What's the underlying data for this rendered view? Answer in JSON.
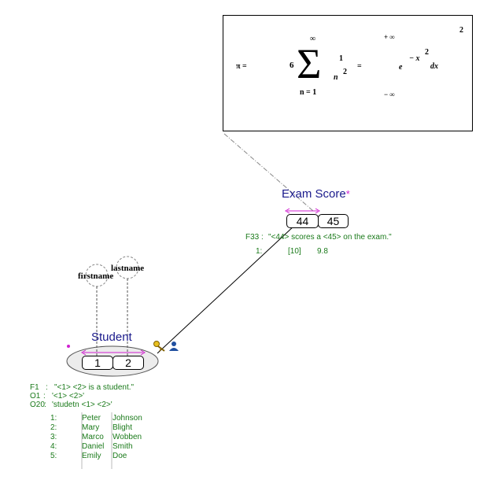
{
  "formula": {
    "pi_eq": "π =",
    "six": "6",
    "sum_top": "∞",
    "sum_bottom": "n  = 1",
    "frac_num": "1",
    "frac_den_n": "n",
    "frac_den_exp": "2",
    "equals": "=",
    "int_top": "+ ∞",
    "int_bottom": "− ∞",
    "integrand_e": "e",
    "neg_x": "− x",
    "x_exp": "2",
    "dx": "dx",
    "outer_exp": "2"
  },
  "exam_score": {
    "name": "Exam Score",
    "star": "*",
    "roles": [
      "44",
      "45"
    ],
    "fact_label": "F33 :",
    "fact_text": "\"<44> scores a <45> on the exam.\"",
    "pop_index": "1:",
    "pop_values": [
      "[10]",
      "9.8"
    ]
  },
  "student": {
    "name": "Student",
    "roles": [
      "1",
      "2"
    ],
    "attr_firstname": "firstname",
    "attr_lastname": "lastname",
    "fact_lines": [
      {
        "label": "F1",
        "sep": " :",
        "text": "\"<1> <2> is a student.\""
      },
      {
        "label": "O1",
        "sep": " :",
        "text": "'<1> <2>'"
      },
      {
        "label": "O20",
        "sep": " :",
        "text": "'studetn <1> <2>'"
      }
    ],
    "population": [
      {
        "idx": "1:",
        "first": "Peter",
        "last": "Johnson"
      },
      {
        "idx": "2:",
        "first": "Mary",
        "last": "Blight"
      },
      {
        "idx": "3:",
        "first": "Marco",
        "last": "Wobben"
      },
      {
        "idx": "4:",
        "first": "Daniel",
        "last": "Smith"
      },
      {
        "idx": "5:",
        "first": "Emily",
        "last": "Doe"
      }
    ]
  },
  "icons": [
    "key-icon",
    "person-icon"
  ],
  "colors": {
    "object_label": "#1a1a8c",
    "uniqueness_bar": "#d020d0",
    "fact_text": "#1a7a1a",
    "ellipse_fill": "#ececec"
  }
}
